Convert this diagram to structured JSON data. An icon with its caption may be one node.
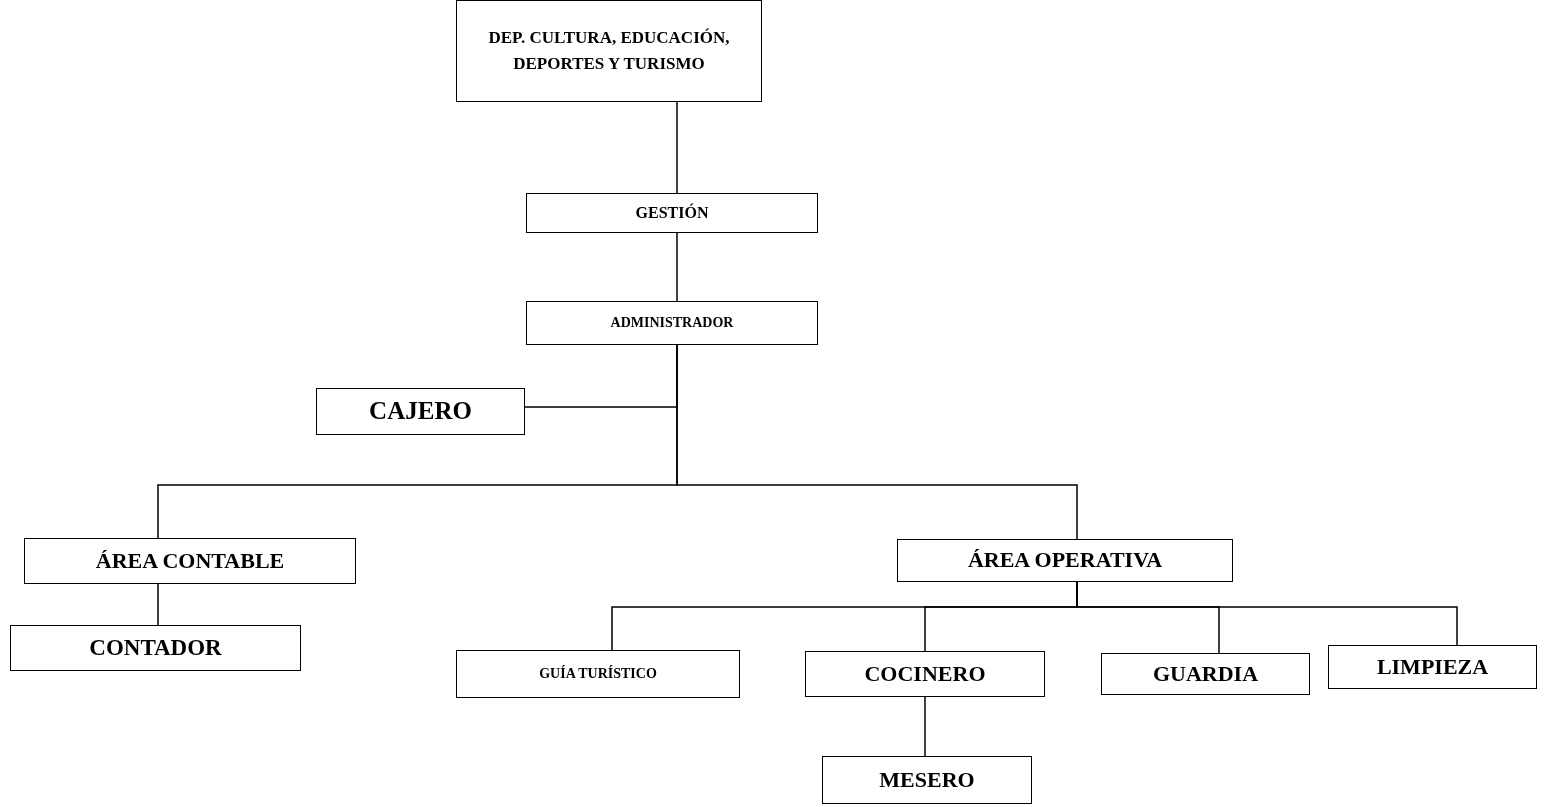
{
  "diagram": {
    "nodes": [
      {
        "text": [
          "DEP. CULTURA, EDUCACIÓN, DEPORTES Y TURISMO"
        ]
      },
      {
        "text": [
          "GESTIÓN"
        ]
      },
      {
        "text": [
          "ADMINISTRADOR"
        ]
      },
      {
        "text": [
          "CAJERO"
        ]
      },
      {
        "text": [
          "ÁREA CONTABLE"
        ]
      },
      {
        "text": [
          "CONTADOR"
        ]
      },
      {
        "text": [
          "ÁREA OPERATIVA"
        ]
      },
      {
        "text": [
          "GUÍA TURÍSTICO"
        ]
      },
      {
        "text": [
          "COCINERO"
        ]
      },
      {
        "text": [
          "GUARDIA"
        ]
      },
      {
        "text": [
          "LIMPIEZA"
        ]
      },
      {
        "text": [
          "MESERO"
        ]
      }
    ],
    "edges": [
      {
        "from": 0,
        "to": 1,
        "arrow": "none"
      },
      {
        "from": 1,
        "to": 2,
        "arrow": "none"
      },
      {
        "from": 2,
        "to": 3,
        "arrow": "none"
      },
      {
        "from": 2,
        "to": 4,
        "arrow": "none"
      },
      {
        "from": 2,
        "to": 6,
        "arrow": "none"
      },
      {
        "from": 4,
        "to": 5,
        "arrow": "none"
      },
      {
        "from": 6,
        "to": 7,
        "arrow": "none"
      },
      {
        "from": 6,
        "to": 8,
        "arrow": "none"
      },
      {
        "from": 6,
        "to": 9,
        "arrow": "none"
      },
      {
        "from": 6,
        "to": 10,
        "arrow": "none"
      },
      {
        "from": 8,
        "to": 11,
        "arrow": "none"
      }
    ]
  }
}
